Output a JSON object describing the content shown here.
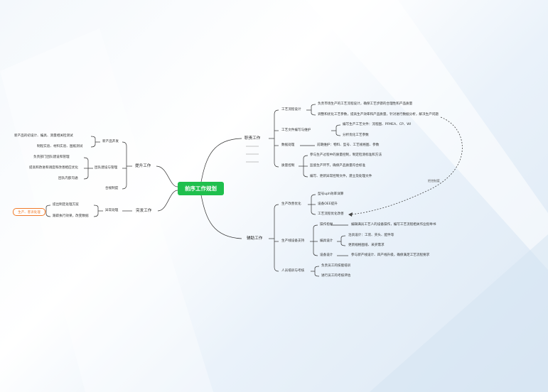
{
  "root": "前序工作规划",
  "right": {
    "zhize": {
      "label": "职责工作",
      "gongyi": {
        "label": "工艺流程设计",
        "items": [
          "负责市场生产的工艺流程设计，确保工艺步骤的合理性和产品质量",
          "调整和优化工艺参数，提高生产效率和产品质量，针对进行数据分析，解决生产问题"
        ]
      },
      "wenjian": {
        "label": "工艺文件编写与维护",
        "items": [
          "编写生产工艺文件：流程图、PFMEA、CP、WI",
          "分析优化工艺参数"
        ]
      },
      "shuju": {
        "label": "数据处理",
        "items": [
          "前期维护：物料、型号、工艺规格图、参数"
        ]
      },
      "zhiliang": {
        "label": "质量控制",
        "items": [
          "参与生产过程中的质量控制，制定检测标准和方法",
          "监督生产环节，确保产品质量符合标准",
          "编写、更新异常控制文件，建立及处理文件"
        ]
      }
    },
    "fuzhu": {
      "label": "辅助工作",
      "gaishan": {
        "label": "生产改善优化",
        "items": [
          "型号uph效率详算",
          "设备OEE提升",
          "工艺流程优化改善"
        ]
      },
      "zhichi": {
        "label": "生产线设备支持",
        "caozuo": {
          "label": "操作指导",
          "items": [
            "编辑满员工艺人的设备操作，编写工艺流程相关作业指导书"
          ]
        },
        "zhiju": {
          "label": "编具设计",
          "items": [
            "治具设计：工装、夹头、配件等",
            "更新规格图纸、采买需求"
          ]
        },
        "shebei": {
          "label": "设备设计",
          "items": [
            "参与新产线设计、四产线升级，确保满足工艺流程要求"
          ]
        }
      },
      "renyuan": {
        "label": "人员培训与考核",
        "items": [
          "负责员工的技能培训",
          "进行员工的考核评估"
        ]
      }
    }
  },
  "left": {
    "tisheng": {
      "label": "提升工作",
      "xinchanpin": {
        "label": "新产品开发",
        "items": [
          "新产品的初设计、编具、测量相关检测试",
          "制程实验、材料实验、图纸测试"
        ]
      },
      "tuandui": {
        "label": "团队建设与管理",
        "items": [
          "负责部门团队建设和管理",
          "提高和改进和调度和改善相应优化",
          "团队内部沟通"
        ]
      },
      "hegui": {
        "label": "合规制度"
      }
    },
    "tufa": {
      "label": "突发工作",
      "yichang": {
        "label": "异常处理",
        "items": [
          "提出制定处理方案",
          "跟踪执行效果，改变数据"
        ]
      },
      "tag": "生产、客诉处理"
    }
  },
  "annotation": "把控制度"
}
